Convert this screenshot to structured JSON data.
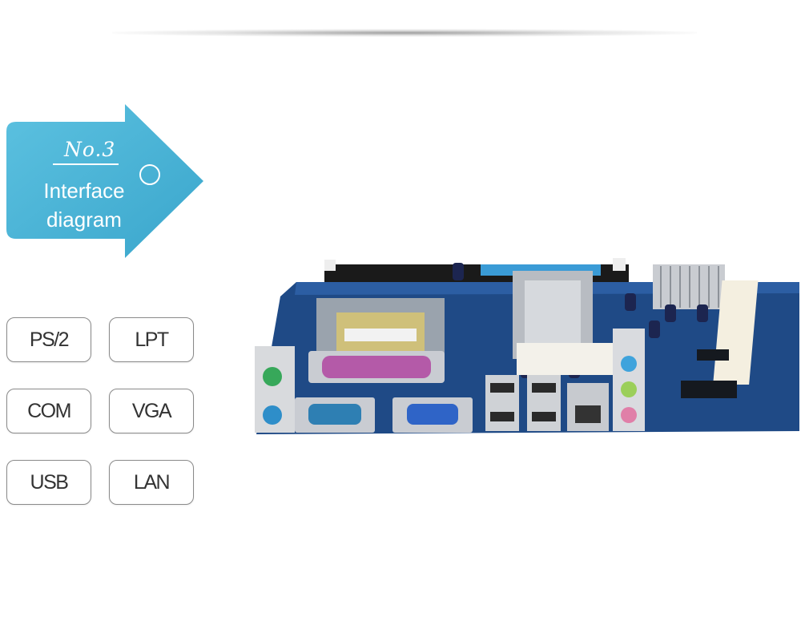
{
  "badge": {
    "number": "No.3",
    "title_line1": "Interface",
    "title_line2": "diagram",
    "color": "#4bb3d6"
  },
  "ports": [
    {
      "label": "PS/2"
    },
    {
      "label": "LPT"
    },
    {
      "label": "COM"
    },
    {
      "label": "VGA"
    },
    {
      "label": "USB"
    },
    {
      "label": "LAN"
    }
  ],
  "product": {
    "image": "motherboard-photo"
  },
  "icons": [
    "person-icon",
    "circle-icon",
    "motherboard-image"
  ]
}
